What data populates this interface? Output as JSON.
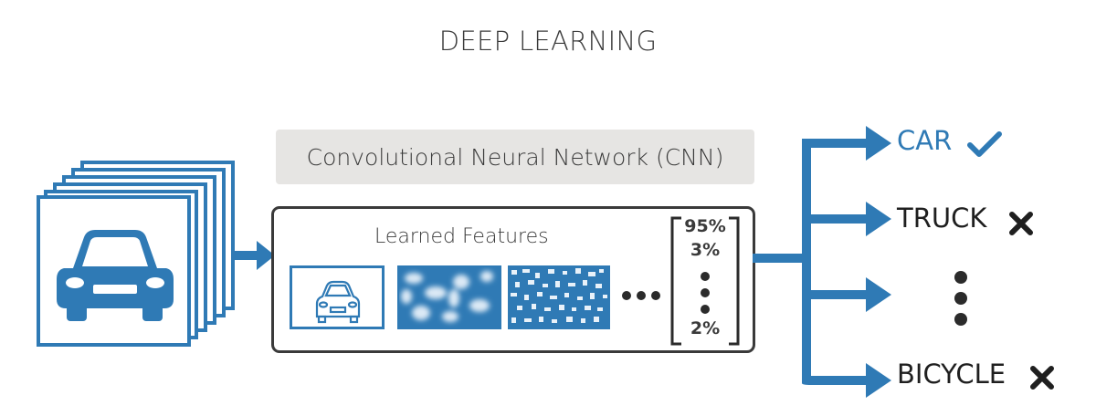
{
  "title": "DEEP LEARNING",
  "cnn_label": "Convolutional Neural Network (CNN)",
  "features_title": "Learned Features",
  "probabilities": [
    "95%",
    "3%",
    "2%"
  ],
  "classes": [
    {
      "label": "CAR",
      "result": "correct",
      "mark": "✔"
    },
    {
      "label": "TRUCK",
      "result": "incorrect",
      "mark": "✖"
    },
    {
      "label": "BICYCLE",
      "result": "incorrect",
      "mark": "✖"
    }
  ],
  "colors": {
    "accent": "#2f7ab5",
    "text": "#3a3a3a",
    "panel": "#e6e5e3"
  }
}
